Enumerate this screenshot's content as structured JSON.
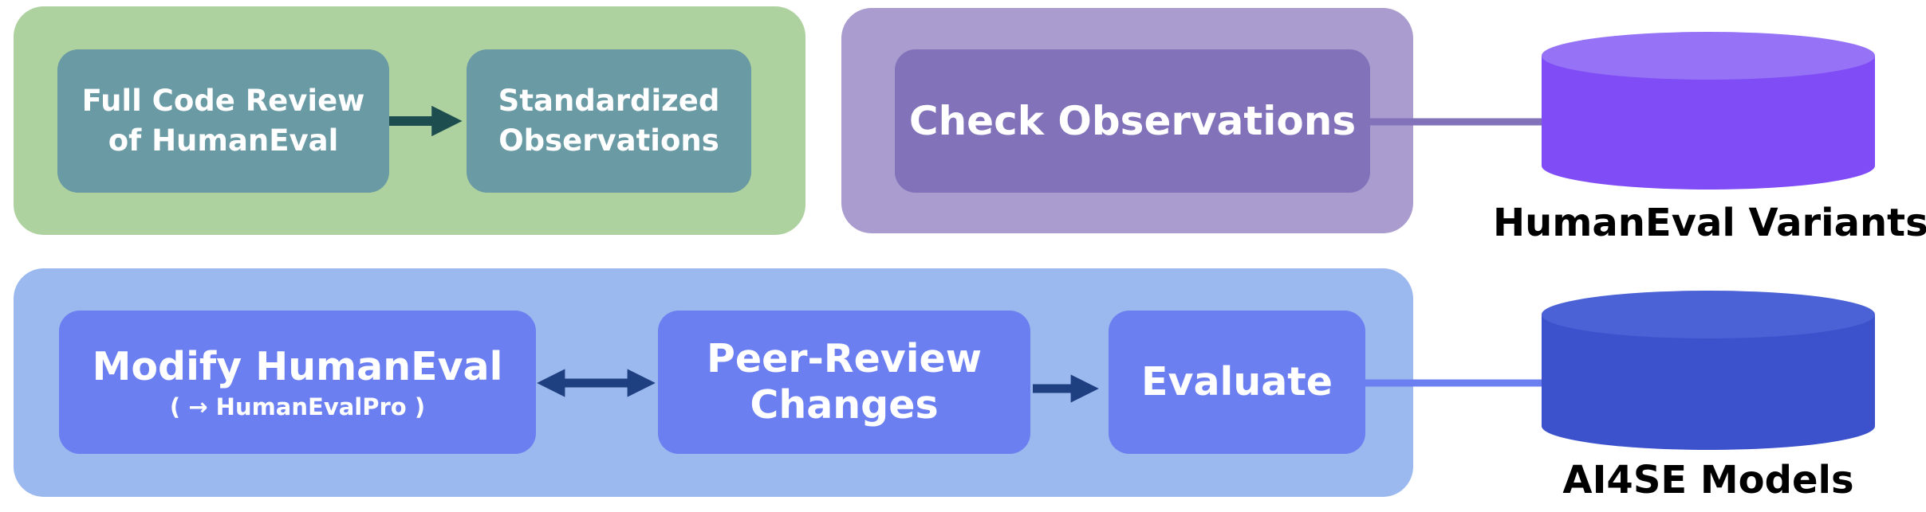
{
  "review_group": {
    "full_review": {
      "line1": "Full Code Review",
      "line2": "of HumanEval"
    },
    "standardized": {
      "line1": "Standardized",
      "line2": "Observations"
    }
  },
  "check_group": {
    "check": {
      "label": "Check Observations"
    }
  },
  "modify_group": {
    "modify": {
      "label": "Modify HumanEval",
      "sub": "( → HumanEvalPro )"
    },
    "peer_review": {
      "line1": "Peer-Review",
      "line2": "Changes"
    },
    "evaluate": {
      "label": "Evaluate"
    }
  },
  "databases": {
    "variants": {
      "label": "HumanEval Variants"
    },
    "models": {
      "label": "AI4SE Models"
    }
  },
  "colors": {
    "green_panel": "#aed1a0",
    "purple_panel": "#aa9ccf",
    "blue_panel": "#9bb8ef",
    "teal_box": "#6a9ba5",
    "purple_box": "#8172b9",
    "blue_box": "#6b7ff0",
    "variants_db": "#7f4cf5",
    "models_db": "#3b52cc",
    "dark_arrow": "#1d4d4f",
    "navy_arrow": "#1e3f80"
  }
}
